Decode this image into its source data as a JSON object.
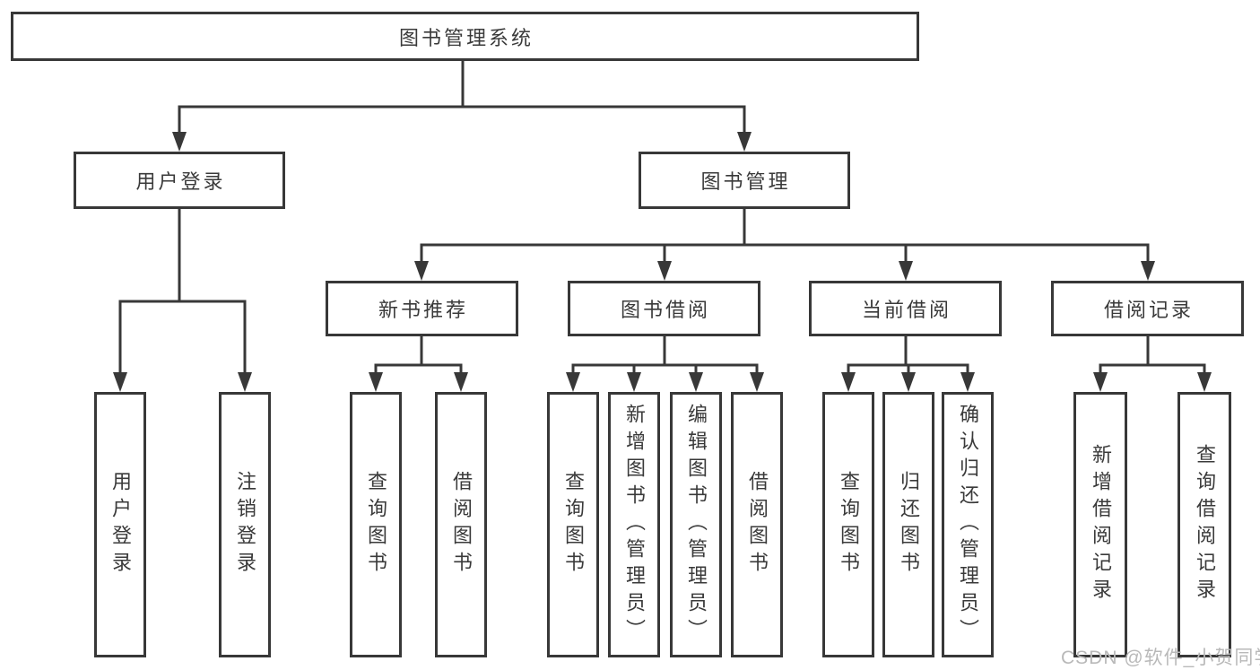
{
  "tree": {
    "root": {
      "label": "图书管理系统"
    },
    "branches": [
      {
        "label": "用户登录",
        "children": [
          {
            "label": "用户登录"
          },
          {
            "label": "注销登录"
          }
        ]
      },
      {
        "label": "图书管理",
        "children": [
          {
            "label": "新书推荐",
            "children": [
              {
                "label": "查询图书"
              },
              {
                "label": "借阅图书"
              }
            ]
          },
          {
            "label": "图书借阅",
            "children": [
              {
                "label": "查询图书"
              },
              {
                "label": "新增图书（管理员）"
              },
              {
                "label": "编辑图书（管理员）"
              },
              {
                "label": "借阅图书"
              }
            ]
          },
          {
            "label": "当前借阅",
            "children": [
              {
                "label": "查询图书"
              },
              {
                "label": "归还图书"
              },
              {
                "label": "确认归还（管理员）"
              }
            ]
          },
          {
            "label": "借阅记录",
            "children": [
              {
                "label": "新增借阅记录"
              },
              {
                "label": "查询借阅记录"
              }
            ]
          }
        ]
      }
    ]
  },
  "watermark": {
    "text": "CSDN @软件_小贺同学"
  },
  "colors": {
    "line": "#383838",
    "box_border": "#383838",
    "box_bg": "#ffffff",
    "text": "#3a3a3a",
    "watermark": "#b9b9b9",
    "background": "#ffffff"
  }
}
